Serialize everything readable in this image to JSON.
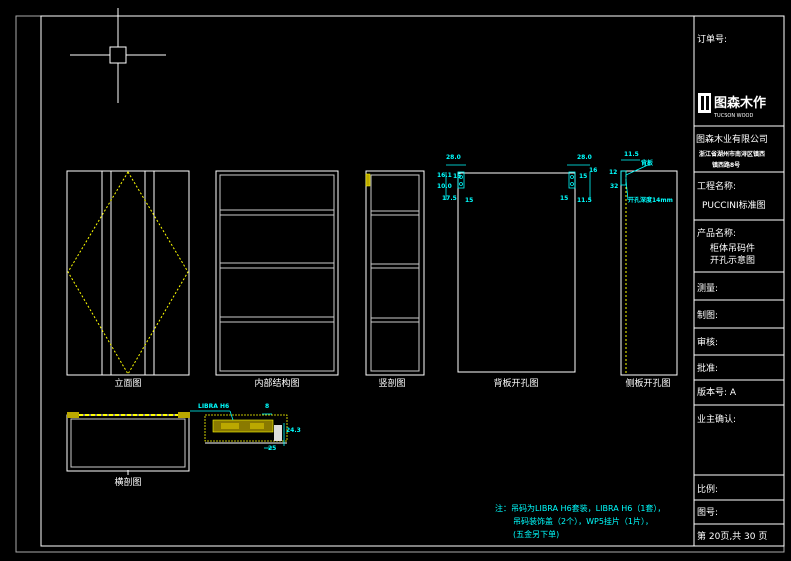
{
  "views": {
    "elevation": "立面图",
    "internal": "内部结构图",
    "vertical_section": "竖剖图",
    "back_panel": "背板开孔图",
    "side_panel": "侧板开孔图",
    "horizontal_section": "横剖图"
  },
  "dims": {
    "back_top_left": "28.0",
    "back_top_right": "28.0",
    "back_l1": "16.1",
    "back_l2": "10.0",
    "back_l3": "17.5",
    "back_l4": "15",
    "back_l5": "15",
    "back_r1": "15",
    "back_r2": "16",
    "back_r3": "11.5",
    "back_r4": "15",
    "side_top": "11.5",
    "side_l1": "12",
    "side_l2": "32",
    "side_back_label": "背板",
    "side_hole_depth": "开孔深度14mm",
    "hsec_label": "LIBRA H6",
    "hsec_d1": "8",
    "hsec_d2": "24.3",
    "hsec_d3": "25"
  },
  "note": {
    "line1": "注：吊码为LIBRA H6套装，LIBRA H6（1套），",
    "line2": "吊码装饰盖（2个），WP5挂片（1片），",
    "line3": "(五金另下单)"
  },
  "title_block": {
    "order_no": "订单号:",
    "logo_text": "图森木作",
    "logo_sub": "TUCSON WOOD",
    "company": "图森木业有限公司",
    "address1": "浙江省湖州市南浔区镇西",
    "address2": "镇西路8号",
    "project_label": "工程名称:",
    "project_value": "PUCCINI标准图",
    "product_label": "产品名称:",
    "product_value1": "柜体吊码件",
    "product_value2": "开孔示意图",
    "survey": "测量:",
    "drawn": "制图:",
    "review": "审核:",
    "approve": "批准:",
    "version": "版本号:  A",
    "owner": "业主确认:",
    "scale": "比例:",
    "drawing_no": "图号:",
    "page": "第 20页,共 30 页"
  }
}
